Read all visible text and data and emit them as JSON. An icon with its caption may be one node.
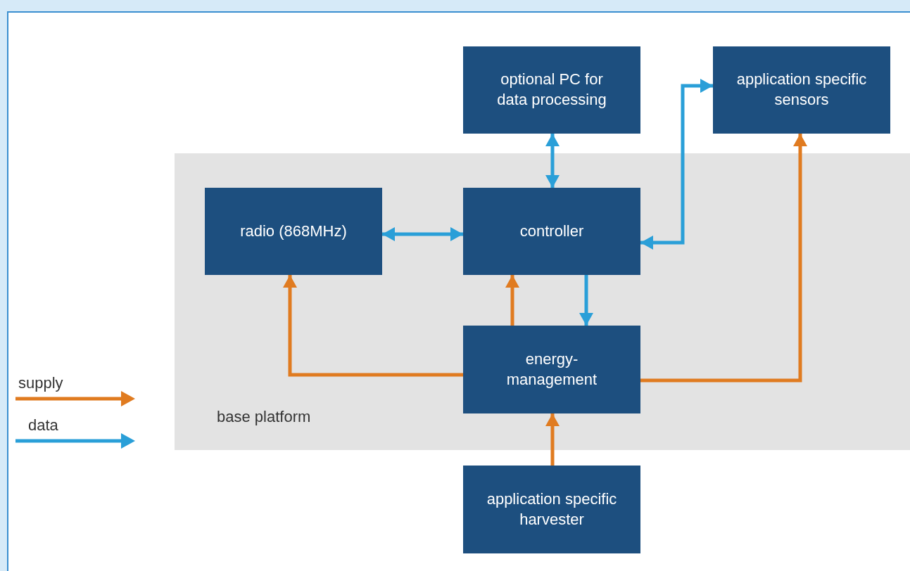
{
  "diagram": {
    "nodes": [
      {
        "text": [
          "base platform"
        ]
      },
      {
        "text": [
          "optional PC for data processing"
        ]
      },
      {
        "text": [
          "application specific sensors"
        ]
      },
      {
        "text": [
          "radio (868MHz)"
        ],
        "in": 0
      },
      {
        "text": [
          "controller"
        ],
        "in": 0
      },
      {
        "text": [
          "energy-management"
        ],
        "in": 0
      },
      {
        "text": [
          "application specific harvester"
        ]
      }
    ],
    "edges": [
      {
        "from": 1,
        "to": 4,
        "arrow": "both",
        "color": "#2a9fd8"
      },
      {
        "from": 3,
        "to": 4,
        "arrow": "both",
        "color": "#2a9fd8"
      },
      {
        "from": 4,
        "to": 2,
        "arrow": "both",
        "color": "#2a9fd8"
      },
      {
        "from": 4,
        "to": 5,
        "arrow": "to",
        "color": "#2a9fd8"
      },
      {
        "from": 5,
        "to": 4,
        "arrow": "to",
        "color": "#e07b20"
      },
      {
        "from": 5,
        "to": 3,
        "arrow": "to",
        "color": "#e07b20"
      },
      {
        "from": 5,
        "to": 2,
        "arrow": "to",
        "color": "#e07b20"
      },
      {
        "from": 6,
        "to": 5,
        "arrow": "to",
        "color": "#e07b20"
      }
    ],
    "legend": [
      {
        "text": "supply"
      },
      {
        "text": "data"
      }
    ]
  }
}
